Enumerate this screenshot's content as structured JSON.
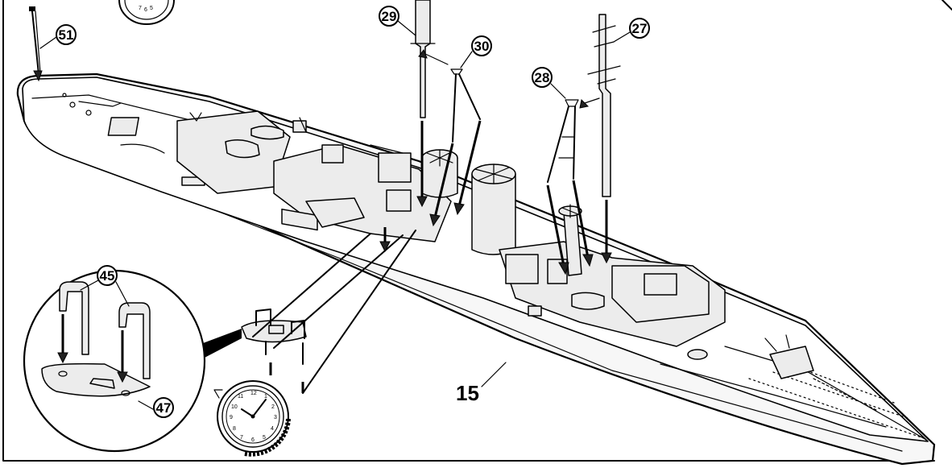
{
  "callouts": {
    "p51": "51",
    "p29": "29",
    "p30": "30",
    "p28": "28",
    "p27": "27",
    "p45": "45",
    "p47": "47"
  },
  "step_number": "15",
  "clock": {
    "numerals": [
      "12",
      "1",
      "2",
      "3",
      "4",
      "5",
      "6",
      "7",
      "8",
      "9",
      "10",
      "11"
    ],
    "partial_numerals": [
      "7",
      "6",
      "5"
    ]
  },
  "icons": {
    "glue_clock": "clock-icon",
    "pin": "pin-icon"
  }
}
